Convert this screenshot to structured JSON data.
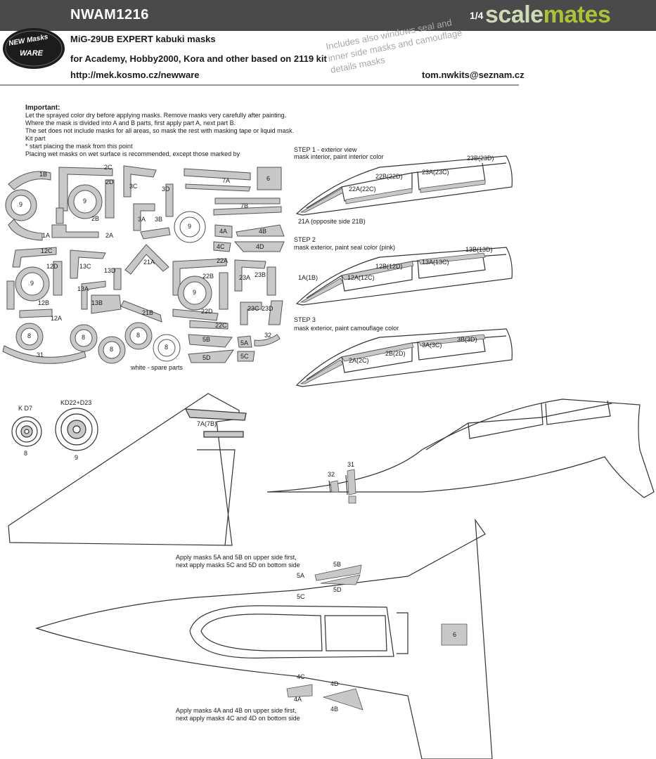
{
  "header": {
    "code": "NWAM1216",
    "scale": "1/4",
    "brand_pre": "scale",
    "brand_post": "mates",
    "title": "MiG-29UB EXPERT kabuki masks",
    "compat": "for Academy, Hobby2000, Kora and other based on 2119 kit",
    "url": "http://mek.kosmo.cz/newware",
    "email": "tom.nwkits@seznam.cz",
    "logo_top": "NEW Masks",
    "logo_bottom": "WARE",
    "note": "Includes also windows seal and inner side masks and camouflage details masks"
  },
  "instructions": {
    "heading": "Important:",
    "lines": [
      "Let the sprayed color dry before applying masks. Remove masks very carefully after painting.",
      "Where the mask is divided into A and B parts, first apply part A, next part B.",
      "The set does not include masks for all areas, so mask the rest with masking tape or liquid mask.",
      "Kit part",
      "* start placing the mask from this point",
      "Placing wet masks on wet surface is recommended, except those marked by"
    ]
  },
  "sheet_labels": {
    "l1B": "1B",
    "l2C": "2C",
    "l2D": "2D",
    "l2B": "2B",
    "l2A": "2A",
    "l1A": "1A",
    "l3C": "3C",
    "l3D": "3D",
    "l3A": "3A",
    "l3B": "3B",
    "l7A": "7A",
    "l7B": "7B",
    "l6": "6",
    "l4A": "4A",
    "l4B": "4B",
    "l4C": "4C",
    "l4D": "4D",
    "l12C": "12C",
    "l12D": "12D",
    "l12B": "12B",
    "l12A": "12A",
    "l13C": "13C",
    "l13D": "13D",
    "l13A": "13A",
    "l13B": "13B",
    "l21A": "21A",
    "l21B": "21B",
    "l22A": "22A",
    "l22B": "22B",
    "l22D": "22D",
    "l22C": "22C",
    "l23A": "23A",
    "l23B": "23B",
    "l23C": "23C",
    "l23D": "23D",
    "l5A": "5A",
    "l5B": "5B",
    "l5C": "5C",
    "l5D": "5D",
    "l31": "31",
    "l32": "32",
    "n9": "9",
    "n8": "8",
    "spare": "white - spare parts"
  },
  "steps": {
    "s1_title": "STEP 1 - exterior view",
    "s1_sub": "mask interior, paint interior color",
    "s1_23B": "23B(23D)",
    "s1_22B": "22B(22D)",
    "s1_23A": "23A(23C)",
    "s1_22A": "22A(22C)",
    "s1_foot": "21A (opposite side 21B)",
    "s2_title": "STEP 2",
    "s2_sub": "mask exterior, paint seal color (pink)",
    "s2_13B": "13B(13D)",
    "s2_12B": "12B(12D)",
    "s2_13A": "13A(13C)",
    "s2_12A": "12A(12C)",
    "s2_1A": "1A(1B)",
    "s3_title": "STEP 3",
    "s3_sub": "mask exterior, paint camouflage color",
    "s3_2A": "2A(2C)",
    "s3_2B": "2B(2D)",
    "s3_3A": "3A(3C)",
    "s3_3B": "3B(3D)"
  },
  "wheels": {
    "kd7": "K D7",
    "kd22": "KD22+D23",
    "n8": "8",
    "n9": "9"
  },
  "fin": {
    "label": "7A(7B)"
  },
  "side": {
    "l32": "32",
    "l31": "31"
  },
  "planform": {
    "top_note_1": "Apply masks 5A and 5B on upper side first,",
    "top_note_2": "next apply masks 5C and 5D on bottom side",
    "bot_note_1": "Apply masks 4A and 4B on upper side first,",
    "bot_note_2": "next apply masks 4C and 4D on bottom side",
    "l5A": "5A",
    "l5B": "5B",
    "l5C": "5C",
    "l5D": "5D",
    "l4A": "4A",
    "l4B": "4B",
    "l4C": "4C",
    "l4D": "4D",
    "l6": "6",
    "star": "*"
  },
  "colors": {
    "bar": "#4a4a4a",
    "mask": "#c8c8c8",
    "brand_green": "#a9c237"
  }
}
